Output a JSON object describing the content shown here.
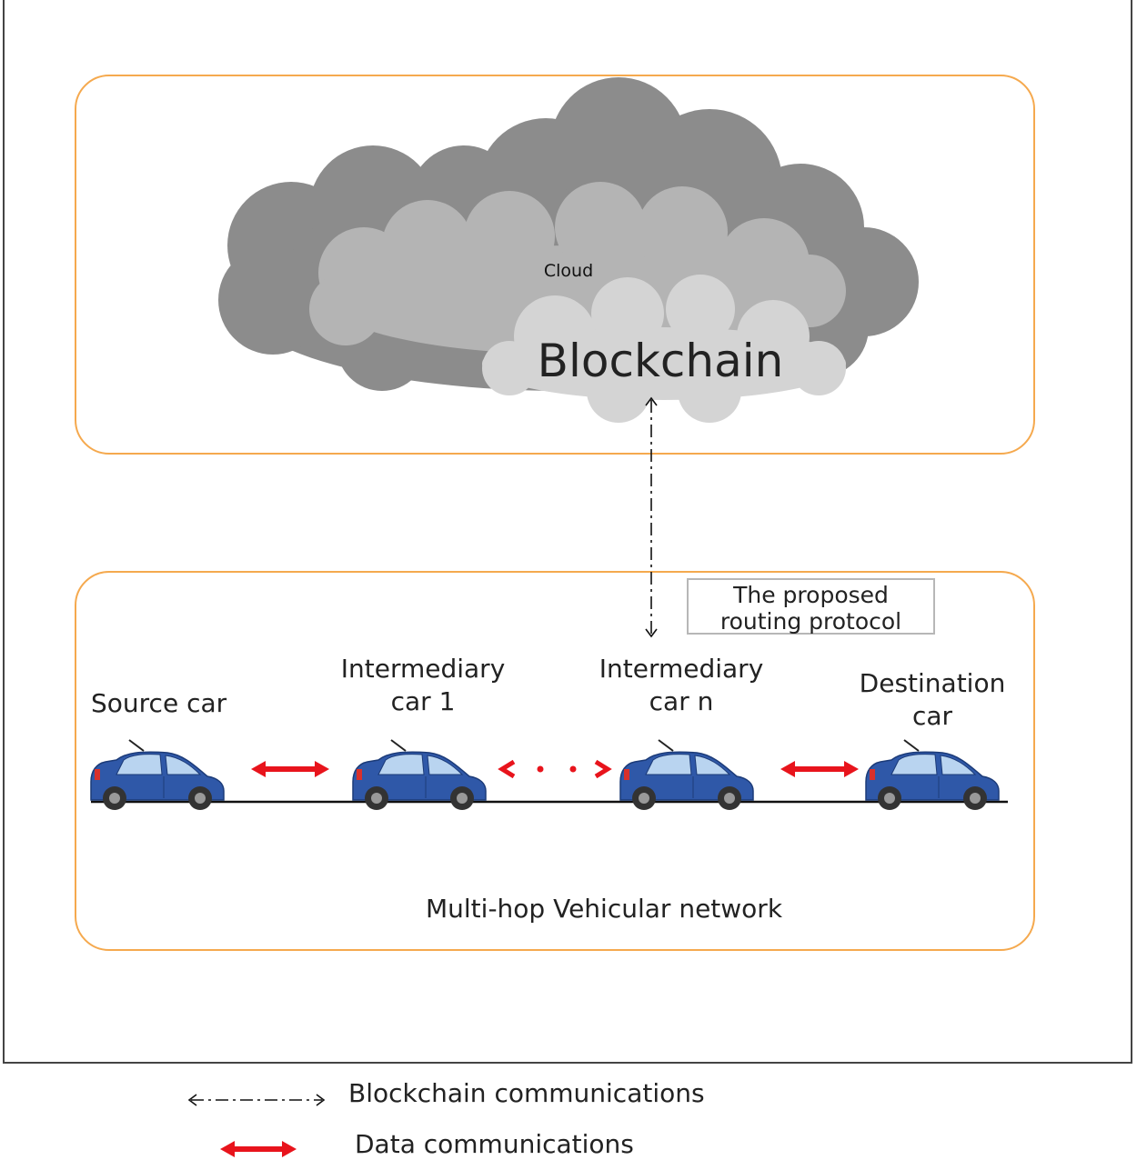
{
  "cloud": {
    "outer_label": "Cloud",
    "inner_label": "Blockchain"
  },
  "network": {
    "title": "Multi-hop Vehicular network",
    "protocol_box": [
      "The proposed",
      "routing protocol"
    ],
    "cars": [
      {
        "lines": [
          "Source car"
        ]
      },
      {
        "lines": [
          "Intermediary",
          "car 1"
        ]
      },
      {
        "lines": [
          "Intermediary",
          "car n"
        ]
      },
      {
        "lines": [
          "Destination",
          "car"
        ]
      }
    ]
  },
  "legend": {
    "blockchain": "Blockchain communications",
    "data": "Data communications"
  },
  "colors": {
    "panel_border": "#f5a94e",
    "data_arrow": "#e8141c",
    "cloud_dark": "#8c8c8c",
    "cloud_mid": "#b4b4b4",
    "cloud_light": "#d4d4d4",
    "car_body": "#2f58a8"
  }
}
